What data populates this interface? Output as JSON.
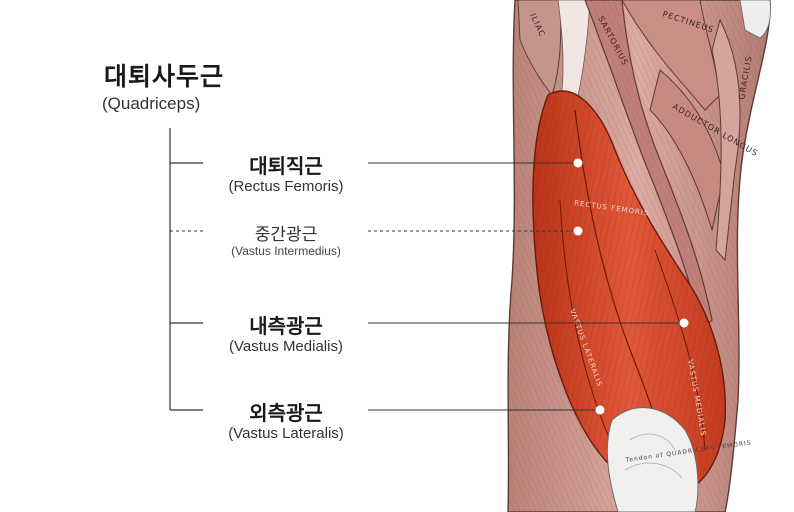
{
  "heading": {
    "title": "대퇴사두근",
    "subtitle": "(Quadriceps)"
  },
  "muscles": [
    {
      "korean": "대퇴직근",
      "latin": "(Rectus Femoris)",
      "line": "solid"
    },
    {
      "korean": "중간광근",
      "latin": "(Vastus Intermedius)",
      "line": "dashed"
    },
    {
      "korean": "내측광근",
      "latin": "(Vastus Medialis)",
      "line": "solid"
    },
    {
      "korean": "외측광근",
      "latin": "(Vastus Lateralis)",
      "line": "solid"
    }
  ],
  "illustration_labels": {
    "sartorius": "SARTORIUS",
    "pectineus": "PECTINEUS",
    "adductor_longus": "ADDUCTOR LONGUS",
    "gracilis": "GRACILIS",
    "rectus_femoris": "RECTUS FEMORIS",
    "vastus_lateralis": "VASTUS LATERALIS",
    "vastus_medialis": "VASTUS MEDIALIS",
    "tendon": "Tendon of QUADRICEPS FEMORIS",
    "iliacus": "ILIAC"
  },
  "colors": {
    "quadriceps": "#d2462a",
    "surrounding_muscle": "#c98f86",
    "leader_line": "#333333"
  }
}
